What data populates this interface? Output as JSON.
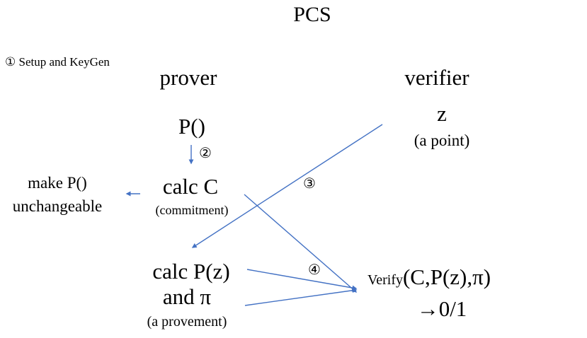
{
  "title": "PCS",
  "setup_label": "① Setup and KeyGen",
  "prover": {
    "heading": "prover",
    "polynomial": "P()",
    "calc_c": "calc C",
    "commitment_note": "(commitment)",
    "calc_pz": "calc P(z)",
    "and_pi": "and π",
    "provement_note": "(a provement)"
  },
  "verifier": {
    "heading": "verifier",
    "z": "z",
    "point_note": "(a point)",
    "verify_prefix": "Verify",
    "verify_args": "(C,P(z),π)",
    "result": "→0/1"
  },
  "side_note": {
    "line1": "make P()",
    "line2": "unchangeable"
  },
  "step_markers": {
    "step2": "②",
    "step3": "③",
    "step4": "④"
  },
  "colors": {
    "arrow": "#4472c4",
    "text": "#000000"
  }
}
